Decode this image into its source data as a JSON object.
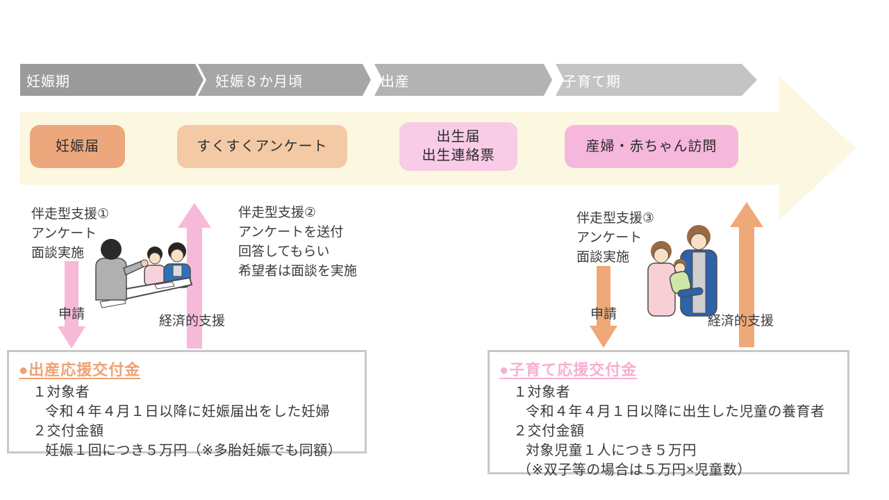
{
  "palette": {
    "timeline_grays": [
      "#9B9B9B",
      "#A6A6A6",
      "#B3B3B3",
      "#C4C4C4"
    ],
    "main_arrow_cream": "#FBF7E1",
    "pink_arrow": "#F7B9D8",
    "orange_arrow": "#EFA877",
    "box_pregnancy_orange": "#ECA87C",
    "box_survey_orange": "#F3C9A6",
    "box_birth_pink": "#F8CBE7",
    "box_visit_pink": "#F5B7DB",
    "birth_grant_title_color": "#EFA173",
    "childcare_grant_title_color": "#F6AFD0"
  },
  "timeline": {
    "stages": [
      {
        "label": "妊娠期"
      },
      {
        "label": "妊娠８か月頃"
      },
      {
        "label": "出産"
      },
      {
        "label": "子育て期"
      }
    ]
  },
  "band": {
    "items": [
      {
        "label": "妊娠届"
      },
      {
        "label": "すくすくアンケート"
      },
      {
        "label": "出生届\n出生連絡票"
      },
      {
        "label": "産婦・赤ちゃん訪問"
      }
    ]
  },
  "supports": {
    "s1": {
      "lines": [
        "伴走型支援①",
        "アンケート",
        "面談実施"
      ]
    },
    "s2": {
      "lines": [
        "伴走型支援②",
        "アンケートを送付",
        "回答してもらい",
        "希望者は面談を実施"
      ]
    },
    "s3": {
      "lines": [
        "伴走型支援③",
        "アンケート",
        "面談実施"
      ]
    }
  },
  "flow_labels": {
    "apply_left": "申請",
    "support_left": "経済的支援",
    "apply_right": "申請",
    "support_right": "経済的支援"
  },
  "grants": {
    "birth": {
      "title": "●出産応援交付金",
      "lines": [
        {
          "text": "１対象者"
        },
        {
          "text": "令和４年４月１日以降に妊娠届出をした妊婦"
        },
        {
          "text": "２交付金額"
        },
        {
          "text": "妊娠１回につき５万円（※多胎妊娠でも同額）"
        }
      ]
    },
    "childcare": {
      "title": "●子育て応援交付金",
      "lines": [
        {
          "text": "１対象者"
        },
        {
          "text": "令和４年４月１日以降に出生した児童の養育者"
        },
        {
          "text": "２交付金額"
        },
        {
          "text": "対象児童１人につき５万円"
        },
        {
          "text": "（※双子等の場合は５万円×児童数）"
        }
      ]
    }
  },
  "illustrations": {
    "interview": "interview-meeting-illustration",
    "family": "parents-with-baby-illustration"
  }
}
